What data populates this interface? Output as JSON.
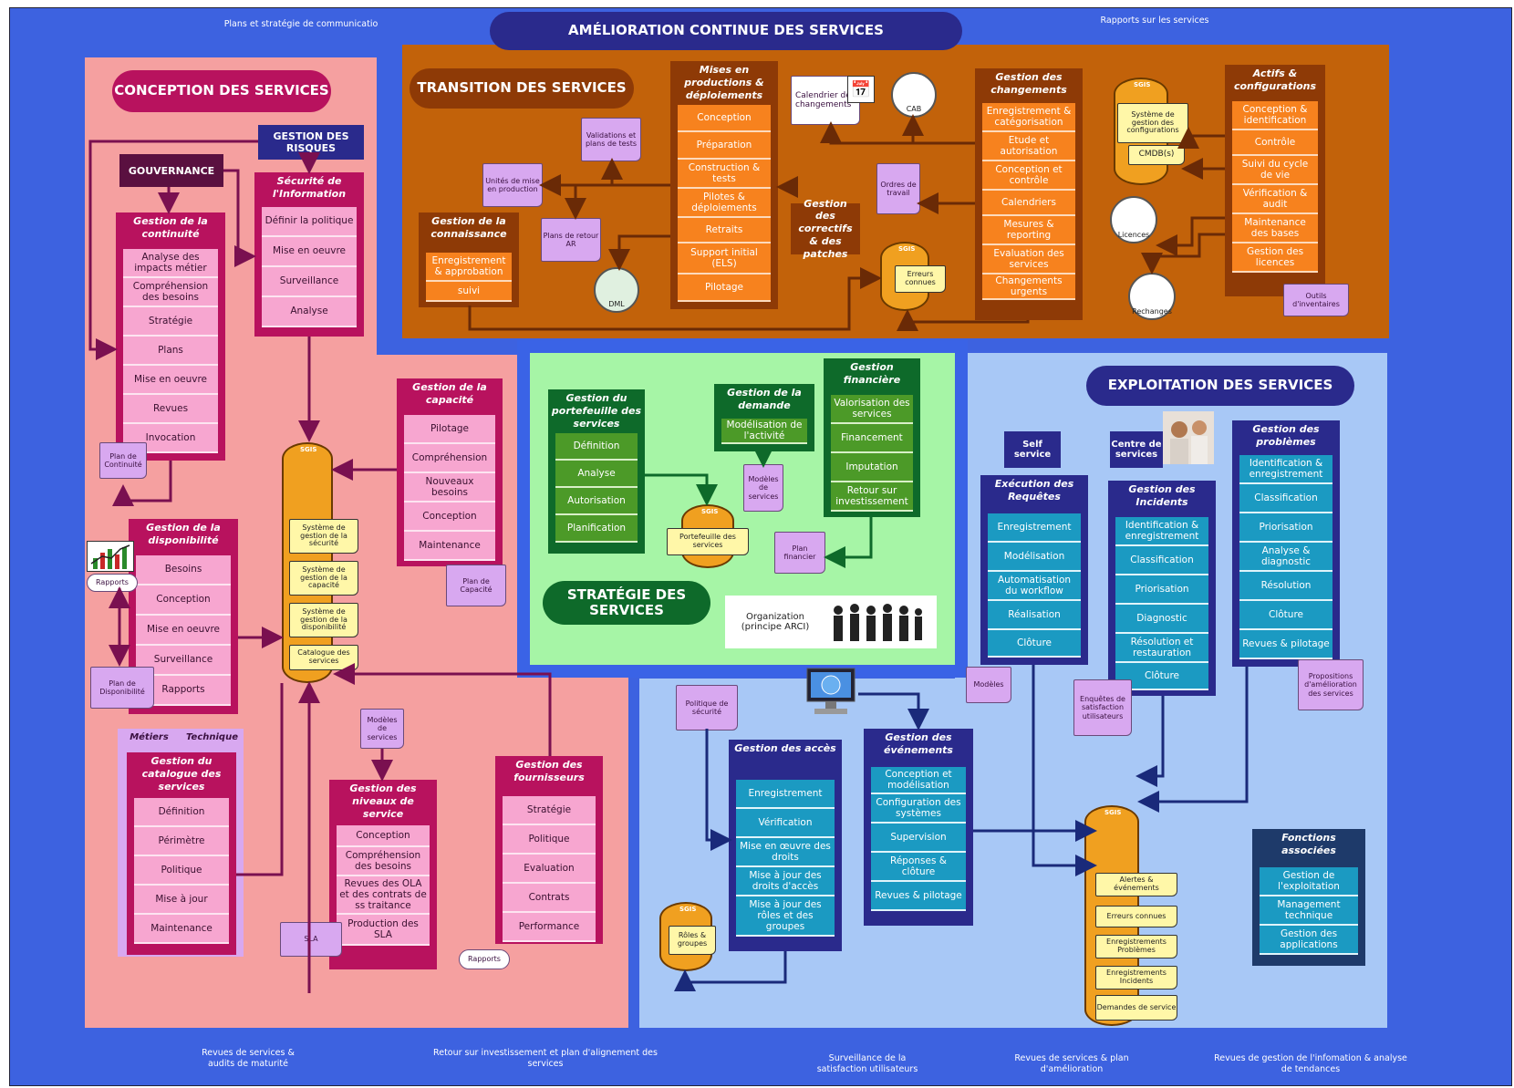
{
  "banners": {
    "improvement": "AMÉLIORATION CONTINUE DES SERVICES",
    "design": "CONCEPTION DES SERVICES",
    "transition": "TRANSITION DES SERVICES",
    "operation": "EXPLOITATION DES SERVICES",
    "strategy": "STRATÉGIE DES SERVICES"
  },
  "external": {
    "top_left": "Plans et stratégie de communicatio",
    "top_right": "Rapports sur les services",
    "bottom_1": "Revues de services & audits de maturité",
    "bottom_2": "Retour sur investissement et plan d'alignement des services",
    "bottom_3": "Surveillance de la satisfaction utilisateurs",
    "bottom_4": "Revues de services & plan d'amélioration",
    "bottom_5": "Revues de gestion de l'infomation & analyse de tendances"
  },
  "design": {
    "risk": "GESTION DES RISQUES",
    "governance": "GOUVERNANCE",
    "security": {
      "title": "Sécurité de l'Information",
      "items": [
        "Définir la politique",
        "Mise en oeuvre",
        "Surveillance",
        "Analyse"
      ]
    },
    "continuity": {
      "title": "Gestion de la continuité",
      "items": [
        "Analyse des impacts métier",
        "Compréhension des besoins",
        "Stratégie",
        "Plans",
        "Mise en oeuvre",
        "Revues",
        "Invocation"
      ]
    },
    "capacity": {
      "title": "Gestion de la capacité",
      "items": [
        "Pilotage",
        "Compréhension",
        "Nouveaux besoins",
        "Conception",
        "Maintenance"
      ]
    },
    "availability": {
      "title": "Gestion de la disponibilité",
      "items": [
        "Besoins",
        "Conception",
        "Mise en oeuvre",
        "Surveillance",
        "Rapports"
      ]
    },
    "catalogue_tabs": [
      "Métiers",
      "Technique"
    ],
    "catalogue": {
      "title": "Gestion du catalogue des services",
      "items": [
        "Définition",
        "Périmètre",
        "Politique",
        "Mise à jour",
        "Maintenance"
      ]
    },
    "levels": {
      "title": "Gestion des niveaux de service",
      "items": [
        "Conception",
        "Compréhension des besoins",
        "Revues des OLA et des contrats de ss traitance",
        "Production des SLA"
      ]
    },
    "suppliers": {
      "title": "Gestion des fournisseurs",
      "items": [
        "Stratégie",
        "Politique",
        "Evaluation",
        "Contrats",
        "Performance"
      ]
    },
    "sgis_label": "SGIS",
    "sgis_docs": [
      "Système de gestion de la sécurité",
      "Système de gestion de la capacité",
      "Système de gestion de la disponibilité",
      "Catalogue des services"
    ],
    "docs": {
      "continuity_plan": "Plan de Continuité",
      "reports": "Rapports",
      "availability_plan": "Plan de Disponibilité",
      "capacity_plan": "Plan de Capacité",
      "service_models": "Modèles de services",
      "sla": "SLA",
      "reports2": "Rapports"
    }
  },
  "transition": {
    "deploy": {
      "title": "Mises en productions & déploiements",
      "items": [
        "Conception",
        "Préparation",
        "Construction & tests",
        "Pilotes & déploiements",
        "Retraits",
        "Support initial (ELS)",
        "Pilotage"
      ]
    },
    "knowledge": {
      "title": "Gestion de la connaissance",
      "items": [
        "Enregistrement & approbation",
        "suivi"
      ]
    },
    "changes": {
      "title": "Gestion des changements",
      "items": [
        "Enregistrement & catégorisation",
        "Etude et autorisation",
        "Conception et contrôle",
        "Calendriers",
        "Mesures & reporting",
        "Evaluation des services",
        "Changements urgents"
      ]
    },
    "assets": {
      "title": "Actifs & configurations",
      "items": [
        "Conception & identification",
        "Contrôle",
        "Suivi du cycle de vie",
        "Vérification & audit",
        "Maintenance des bases",
        "Gestion des licences"
      ]
    },
    "patches": "Gestion des correctifs & des patches",
    "docs": {
      "validation": "Validations et plans de tests",
      "units": "Unités de mise en production",
      "rollback": "Plans de retour AR",
      "calendar": "Calendrier des changements",
      "work_orders": "Ordres de travail",
      "inventory": "Outils d'inventaires"
    },
    "cab": "CAB",
    "dml": "DML",
    "licences": "Licences",
    "spares": "Rechanges",
    "sgis_label": "SGIS",
    "known_errors": "Erreurs connues",
    "cms": "Système de gestion des configurations",
    "cmdb": "CMDB(s)"
  },
  "strategy": {
    "portfolio": {
      "title": "Gestion du portefeuille des services",
      "items": [
        "Définition",
        "Analyse",
        "Autorisation",
        "Planification"
      ]
    },
    "demand": {
      "title": "Gestion de la demande",
      "items": [
        "Modélisation de l'activité"
      ]
    },
    "financial": {
      "title": "Gestion financière",
      "items": [
        "Valorisation des services",
        "Financement",
        "Imputation",
        "Retour sur investissement"
      ]
    },
    "sgis_label": "SGIS",
    "portfolio_doc": "Portefeuille des services",
    "models_doc": "Modèles de services",
    "financial_plan": "Plan financier",
    "organization": "Organization (principe ARCI)"
  },
  "operation": {
    "self_service": "Self service",
    "service_desk": "Centre de services",
    "requests": {
      "title": "Exécution des Requêtes",
      "items": [
        "Enregistrement",
        "Modélisation",
        "Automatisation du workflow",
        "Réalisation",
        "Clôture"
      ]
    },
    "incidents": {
      "title": "Gestion des Incidents",
      "items": [
        "Identification & enregistrement",
        "Classification",
        "Priorisation",
        "Diagnostic",
        "Résolution et restauration",
        "Clôture"
      ]
    },
    "problems": {
      "title": "Gestion des problèmes",
      "items": [
        "Identification & enregistrement",
        "Classification",
        "Priorisation",
        "Analyse & diagnostic",
        "Résolution",
        "Clôture",
        "Revues & pilotage"
      ]
    },
    "access": {
      "title": "Gestion des accès",
      "items": [
        "Enregistrement",
        "Vérification",
        "Mise en œuvre des droits",
        "Mise à jour des droits d'accès",
        "Mise à jour des rôles et des groupes"
      ]
    },
    "events": {
      "title": "Gestion des événements",
      "items": [
        "Conception et modélisation",
        "Configuration des systèmes",
        "Supervision",
        "Réponses & clôture",
        "Revues & pilotage"
      ]
    },
    "functions": {
      "title": "Fonctions associées",
      "items": [
        "Gestion de l'exploitation",
        "Management technique",
        "Gestion des applications"
      ]
    },
    "docs": {
      "models": "Modèles",
      "survey": "Enquêtes de satisfaction utilisateurs",
      "proposals": "Propositions d'amélioration des services",
      "security_policy": "Politique de sécurité"
    },
    "sgis_label": "SGIS",
    "roles": "Rôles & groupes",
    "sgis_docs": [
      "Alertes & événements",
      "Erreurs connues",
      "Enregistrements Problèmes",
      "Enregistrements Incidents",
      "Demandes de service"
    ]
  },
  "colors": {
    "frame": "#3d62e0",
    "pink": "#f5a0a0",
    "brown": "#c2620a",
    "green": "#a6f5a6",
    "blue": "#a8c8f6",
    "magenta": "#b8125e",
    "navy": "#2a2a8c",
    "orange": "#f7821e",
    "teal": "#1b9ac2"
  }
}
